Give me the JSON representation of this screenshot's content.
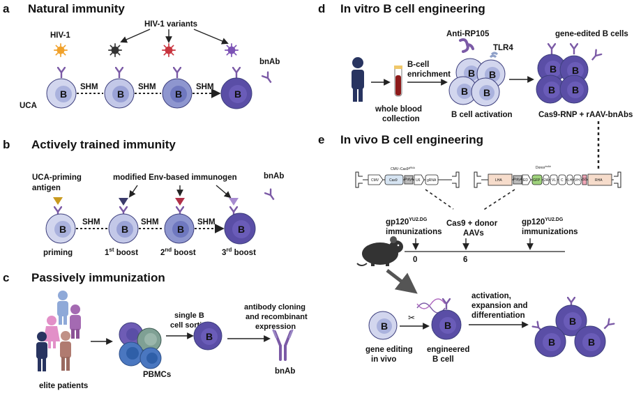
{
  "colors": {
    "cell_light": "#d2d6ee",
    "cell_light_inner": "#aab2dd",
    "cell_mid": "#8e96cf",
    "cell_mid_inner": "#6f78bf",
    "cell_dark": "#5a4ea6",
    "cell_dark_inner": "#6a5cb8",
    "cell_stroke": "#3d3f7d",
    "antibody": "#7b5aa6",
    "virus_orange": "#f0a12a",
    "virus_dark": "#333333",
    "virus_red": "#c8343e",
    "virus_purple": "#7c52b5",
    "arrow": "#222222"
  },
  "panels": {
    "a": {
      "letter": "a",
      "title": "Natural immunity",
      "hiv1": "HIV-1",
      "variants": "HIV-1 variants",
      "bnab": "bnAb",
      "uca": "UCA",
      "shm": "SHM",
      "cell": "B"
    },
    "b": {
      "letter": "b",
      "title": "Actively trained immunity",
      "priming_antigen_1": "UCA-priming",
      "priming_antigen_2": "antigen",
      "immunogen": "modified Env-based immunogen",
      "bnab": "bnAb",
      "shm": "SHM",
      "cell": "B",
      "stage_priming": "priming",
      "boost1_num": "1",
      "boost1_sup": "st",
      "boost1_word": " boost",
      "boost2_num": "2",
      "boost2_sup": "nd",
      "boost2_word": " boost",
      "boost3_num": "3",
      "boost3_sup": "rd",
      "boost3_word": " boost"
    },
    "c": {
      "letter": "c",
      "title": "Passively immunization",
      "elite": "elite patients",
      "pbmcs": "PBMCs",
      "sorting_1": "single B",
      "sorting_2": "cell sorting",
      "cloning_1": "antibody cloning",
      "cloning_2": "and recombinant",
      "cloning_3": "expression",
      "bnab": "bnAb",
      "cell": "B"
    },
    "d": {
      "letter": "d",
      "title": "In vitro B cell engineering",
      "enrich_1": "B-cell",
      "enrich_2": "enrichment",
      "anti_rp105": "Anti-RP105",
      "tlr4": "TLR4",
      "gene_edited": "gene-edited B cells",
      "blood_1": "whole blood",
      "blood_2": "collection",
      "activation": "B cell activation",
      "cas9": "Cas9-RNP + rAAV-bnAbs",
      "cell": "B"
    },
    "e": {
      "letter": "e",
      "title": "In vivo B cell engineering",
      "cassette1_title": "CMV–Cas9",
      "cassette1_sup": "gRNA",
      "cassette1_parts": [
        "CMV",
        "Cas9",
        "PolyA",
        "U6",
        "gRNA"
      ],
      "cassette2_title": "Donor",
      "cassette2_sup": "bnAb",
      "cassette2_parts": [
        "LHA",
        "PolyA",
        "ED",
        "GFP",
        "2A",
        "VL",
        "C",
        "LH",
        "VH",
        "SD",
        "RHA"
      ],
      "gp120_left_base": "gp120",
      "gp120_left_sup": "YU2.DG",
      "gp120_left_2": "immunizations",
      "donor_1": "Cas9 + donor",
      "donor_2": "AAVs",
      "gp120_right_base": "gp120",
      "gp120_right_sup": "YU2.DG",
      "gp120_right_2": "immunizations",
      "t0": "0",
      "t6": "6",
      "gene_editing_1": "gene editing",
      "gene_editing_2": "in vivo",
      "engineered_1": "engineered",
      "engineered_2": "B cell",
      "activation_1": "activation,",
      "activation_2": "expansion and",
      "activation_3": "differentiation",
      "cell": "B"
    }
  }
}
